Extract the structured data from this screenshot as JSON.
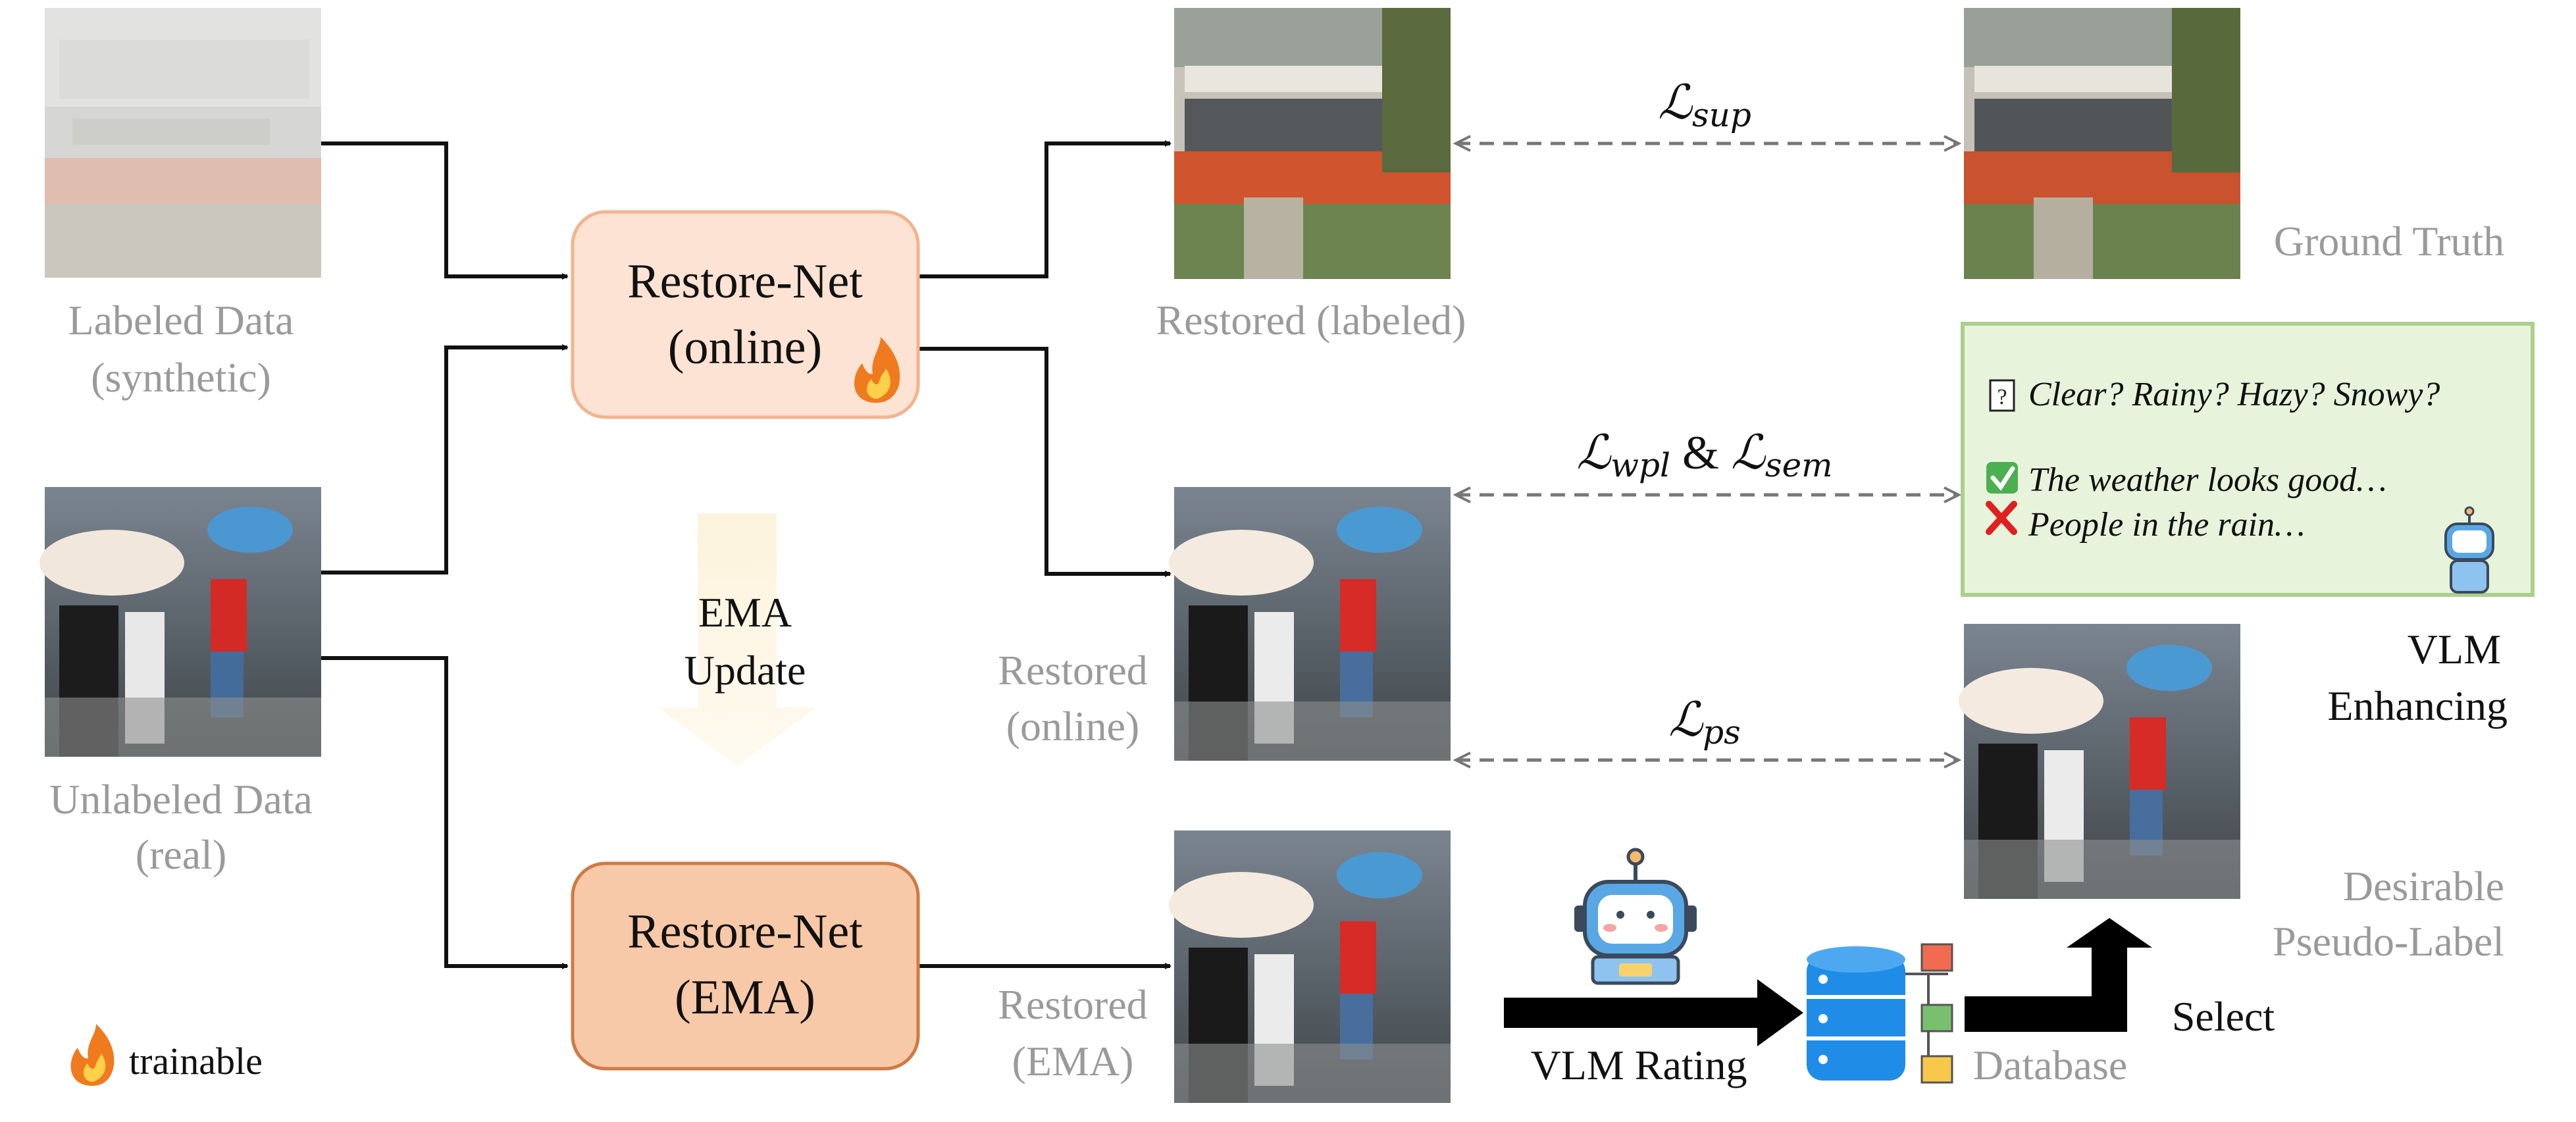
{
  "inputs": {
    "labeled_line1": "Labeled Data",
    "labeled_line2": "(synthetic)",
    "unlabeled_line1": "Unlabeled Data",
    "unlabeled_line2": "(real)"
  },
  "networks": {
    "online_line1": "Restore-Net",
    "online_line2": "(online)",
    "ema_line1": "Restore-Net",
    "ema_line2": "(EMA)",
    "ema_update_line1": "EMA",
    "ema_update_line2": "Update"
  },
  "outputs": {
    "restored_labeled": "Restored (labeled)",
    "restored_online_line1": "Restored",
    "restored_online_line2": "(online)",
    "restored_ema_line1": "Restored",
    "restored_ema_line2": "(EMA)",
    "ground_truth": "Ground Truth",
    "pseudo_label_line1": "Desirable",
    "pseudo_label_line2": "Pseudo-Label"
  },
  "losses": {
    "script_L": "ℒ",
    "sup": "sup",
    "wpl": "wpl",
    "sem": "sem",
    "ps": "ps",
    "amp": "&"
  },
  "vlm": {
    "question": "Clear? Rainy? Hazy? Snowy?",
    "good": "The weather looks good…",
    "bad": "People in the rain…",
    "enhancing_line1": "VLM",
    "enhancing_line2": "Enhancing",
    "rating": "VLM Rating",
    "database": "Database",
    "select": "Select"
  },
  "legend": {
    "trainable": "trainable"
  },
  "colors": {
    "online_box_fill": "#fce3d3",
    "online_box_stroke": "#f2b48e",
    "ema_box_fill": "#f8c9a8",
    "ema_box_stroke": "#cf7a44",
    "vlm_panel_fill": "#e8f3dc",
    "vlm_panel_stroke": "#a9d18e"
  }
}
